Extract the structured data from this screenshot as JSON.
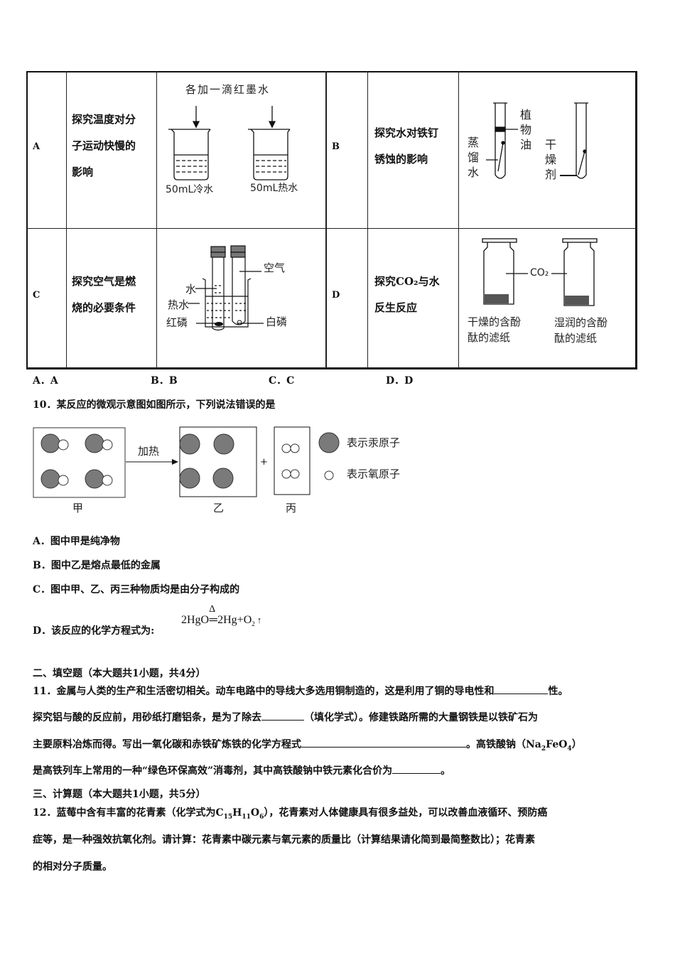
{
  "table": {
    "rows": [
      {
        "letter": "A",
        "desc": [
          "探究温度对分",
          "子运动快慢的",
          "影响"
        ],
        "fig": {
          "top": "各加一滴红墨水",
          "left": "50mL冷水",
          "right": "50mL热水"
        }
      },
      {
        "letter": "B",
        "desc": [
          "探究水对铁钉",
          "锈蚀的影响"
        ],
        "fig": {
          "water": [
            "蒸",
            "馏",
            "水"
          ],
          "oil": [
            "植",
            "物",
            "油"
          ],
          "drier": [
            "干",
            "燥",
            "剂"
          ]
        }
      },
      {
        "letter": "C",
        "desc": [
          "探究空气是燃",
          "烧的必要条件"
        ],
        "fig": {
          "air": "空气",
          "water": "水",
          "hot_water": "热水",
          "red_p": "红磷",
          "white_p": "白磷"
        }
      },
      {
        "letter": "D",
        "desc": [
          "探究CO₂与水",
          "反生反应"
        ],
        "fig": {
          "gas": "CO₂",
          "left": [
            "干燥的含酚",
            "酞的滤纸"
          ],
          "right": [
            "湿润的含酚",
            "酞的滤纸"
          ]
        }
      }
    ]
  },
  "q9_options": [
    "A．A",
    "B．B",
    "C．C",
    "D．D"
  ],
  "q10": {
    "stem": "10．某反应的微观示意图如图所示，下列说法错误的是",
    "diagram": {
      "arrow_label": "加热",
      "plus": "+",
      "box1": "甲",
      "box2": "乙",
      "box3": "丙",
      "legend_hg": "表示汞原子",
      "legend_o": "表示氧原子"
    },
    "options": [
      "A．图中甲是纯净物",
      "B．图中乙是熔点最低的金属",
      "C．图中甲、乙、丙三种物质均是由分子构成的",
      "D．该反应的化学方程式为:"
    ],
    "equation": {
      "left": "2HgO",
      "condition": "Δ",
      "right": "2Hg+O",
      "sub": "2",
      "arrow": "↑"
    }
  },
  "section2": {
    "title": "二、填空题（本大题共1小题，共4分）",
    "q11": {
      "l1a": "11．金属与人类的生产和生活密切相关。动车电路中的导线大多选用铜制造的，这是利用了铜的导电性和",
      "l1b": "性。",
      "l2a": "探究铝与酸的反应前，用砂纸打磨铝条，是为了除去",
      "l2b": "（填化学式）。修建铁路所需的大量钢铁是以铁矿石为",
      "l3a": "主要原料冶炼而得。写出一氧化碳和赤铁矿炼铁的化学方程式",
      "l3b": "。高铁酸钠（Na",
      "l3c": "FeO",
      "l3d": "）",
      "l4a": "是高铁列车上常用的一种“绿色环保高效”消毒剂，其中高铁酸钠中铁元素化合价为",
      "l4b": "。"
    }
  },
  "section3": {
    "title": "三、计算题（本大题共1小题，共5分）",
    "q12": {
      "l1a": "12．蓝莓中含有丰富的花青素（化学式为C",
      "s1": "15",
      "h": "H",
      "s2": "11",
      "o": "O",
      "s3": "6",
      "l1b": "），花青素对人体健康具有很多益处，可以改善血液循环、预防癌",
      "l2": "症等，是一种强效抗氧化剂。请计算：花青素中碳元素与氧元素的质量比（计算结果请化简到最简整数比）；花青素",
      "l3": "的相对分子质量。"
    }
  }
}
